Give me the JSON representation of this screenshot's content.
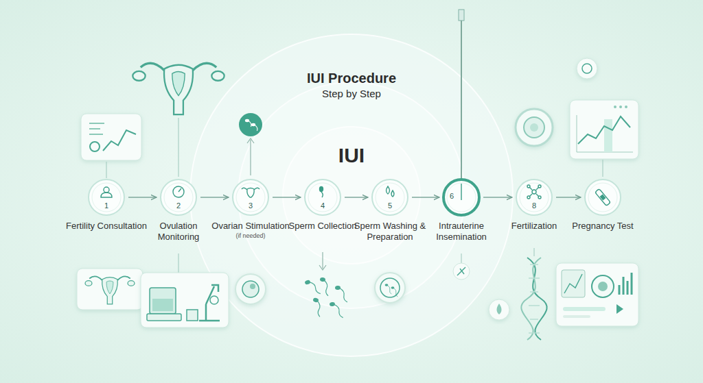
{
  "diagram": {
    "title": "IUI Procedure",
    "nodes": [
      {
        "text": [
          "1",
          "Fertility Consultation"
        ]
      },
      {
        "text": [
          "2",
          "Ovulation Monitoring"
        ]
      },
      {
        "text": [
          "3",
          "Ovarian Stimulation",
          "(if needed)"
        ]
      },
      {
        "text": [
          "4",
          "Sperm Collection"
        ]
      },
      {
        "text": [
          "5",
          "Sperm Washing & Preparation"
        ]
      },
      {
        "text": [
          "6",
          "Intrauterine Insemination"
        ]
      },
      {
        "text": [
          "8",
          "Fertilization"
        ]
      },
      {
        "text": [
          "Pregnancy Test"
        ]
      }
    ],
    "edges": [
      {
        "from": 0,
        "to": 1,
        "arrow": "to"
      },
      {
        "from": 1,
        "to": 2,
        "arrow": "to"
      },
      {
        "from": 2,
        "to": 3,
        "arrow": "to"
      },
      {
        "from": 3,
        "to": 4,
        "arrow": "to"
      },
      {
        "from": 4,
        "to": 5,
        "arrow": "to"
      },
      {
        "from": 5,
        "to": 6,
        "arrow": "to"
      },
      {
        "from": 6,
        "to": 7,
        "arrow": "to"
      }
    ],
    "labels": [
      "Step by Step",
      "IUI"
    ]
  }
}
